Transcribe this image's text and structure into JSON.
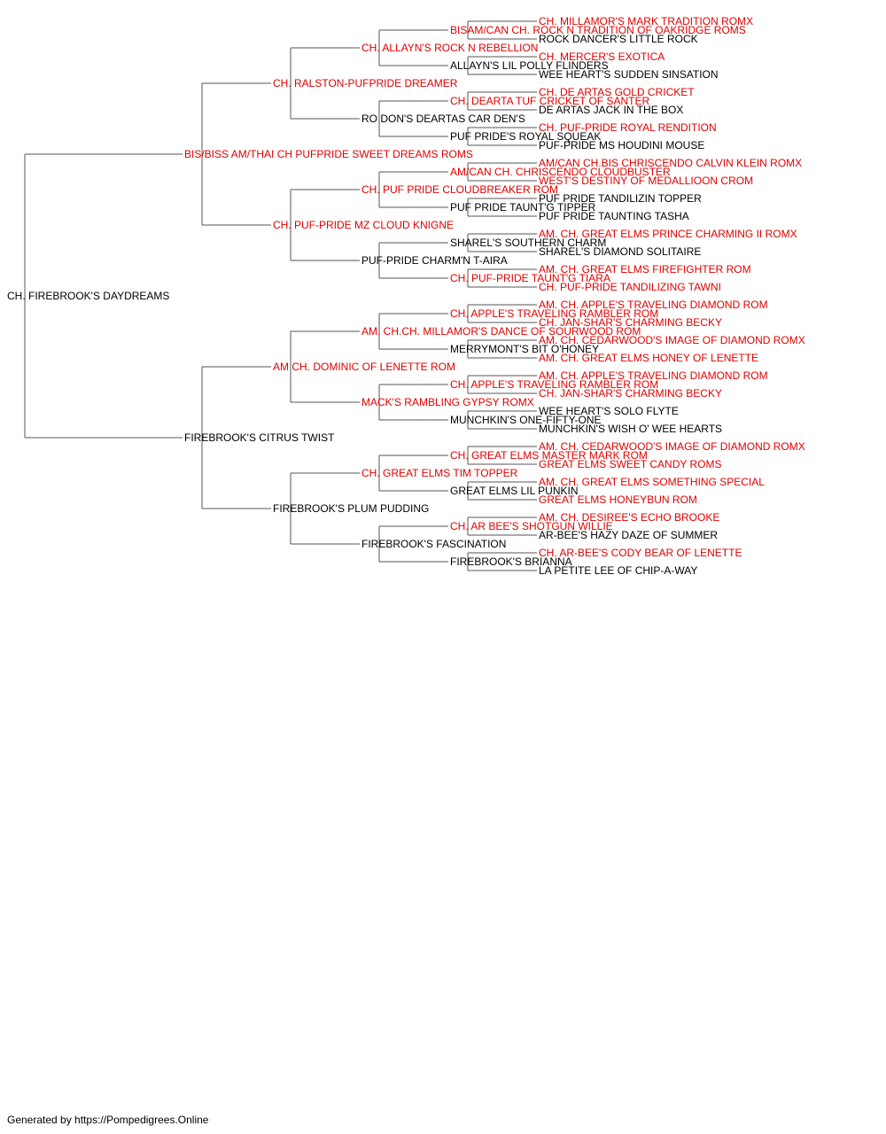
{
  "colors": {
    "titled": "#e00000",
    "plain": "#000000",
    "connector": "#555555"
  },
  "pedigree": {
    "subject": {
      "name": "CH. FIREBROOK'S DAYDREAMS",
      "titled": false
    },
    "generations": [
      [
        {
          "name": "BIS/BISS AM/THAI CH PUFPRIDE SWEET DREAMS ROMS",
          "titled": true
        },
        {
          "name": "FIREBROOK'S CITRUS TWIST",
          "titled": false
        }
      ],
      [
        {
          "name": "CH. RALSTON-PUFPRIDE DREAMER",
          "titled": true
        },
        {
          "name": "CH. PUF-PRIDE MZ CLOUD KNIGNE",
          "titled": true
        },
        {
          "name": "AM CH. DOMINIC OF LENETTE ROM",
          "titled": true
        },
        {
          "name": "FIREBROOK'S PLUM PUDDING",
          "titled": false
        }
      ],
      [
        {
          "name": "CH. ALLAYN'S ROCK N REBELLION",
          "titled": true
        },
        {
          "name": "RO DON'S DEARTAS CAR DEN'S",
          "titled": false
        },
        {
          "name": "CH. PUF PRIDE CLOUDBREAKER ROM",
          "titled": true
        },
        {
          "name": "PUF-PRIDE CHARM'N T-AIRA",
          "titled": false
        },
        {
          "name": "AM. CH.CH. MILLAMOR'S DANCE OF SOURWOOD ROM",
          "titled": true
        },
        {
          "name": "MACK'S RAMBLING GYPSY ROMX",
          "titled": true
        },
        {
          "name": "CH. GREAT ELMS TIM TOPPER",
          "titled": true
        },
        {
          "name": "FIREBROOK'S FASCINATION",
          "titled": false
        }
      ],
      [
        {
          "name": "BISAM/CAN CH. ROCK N TRADITION OF OAKRIDGE ROMS",
          "titled": true
        },
        {
          "name": "ALLAYN'S LIL POLLY FLINDERS",
          "titled": false
        },
        {
          "name": "CH. DEARTA TUF CRICKET OF SANTER",
          "titled": true
        },
        {
          "name": "PUF PRIDE'S ROYAL SQUEAK",
          "titled": false
        },
        {
          "name": "AM/CAN CH. CHRISCENDO CLOUDBUSTER",
          "titled": true
        },
        {
          "name": "PUF PRIDE TAUNT'G TIPPER",
          "titled": false
        },
        {
          "name": "SHAREL'S SOUTHERN CHARM",
          "titled": false
        },
        {
          "name": "CH. PUF-PRIDE TAUNT'G TIARA",
          "titled": true
        },
        {
          "name": "CH. APPLE'S TRAVELING RAMBLER ROM",
          "titled": true
        },
        {
          "name": "MERRYMONT'S BIT O'HONEY",
          "titled": false
        },
        {
          "name": "CH. APPLE'S TRAVELING RAMBLER ROM",
          "titled": true
        },
        {
          "name": "MUNCHKIN'S ONE-FIFTY-ONE",
          "titled": false
        },
        {
          "name": "CH. GREAT ELMS MASTER MARK ROM",
          "titled": true
        },
        {
          "name": "GREAT ELMS LIL PUNKIN",
          "titled": false
        },
        {
          "name": "CH. AR BEE'S SHOTGUN WILLIE",
          "titled": true
        },
        {
          "name": "FIREBROOK'S BRIANNA",
          "titled": false
        }
      ],
      [
        {
          "name": "CH. MILLAMOR'S MARK TRADITION ROMX",
          "titled": true
        },
        {
          "name": "ROCK DANCER'S LITTLE ROCK",
          "titled": false
        },
        {
          "name": "CH. MERCER'S EXOTICA",
          "titled": true
        },
        {
          "name": "WEE HEART'S SUDDEN SINSATION",
          "titled": false
        },
        {
          "name": "CH. DE ARTAS GOLD CRICKET",
          "titled": true
        },
        {
          "name": "DE ARTAS JACK IN THE BOX",
          "titled": false
        },
        {
          "name": "CH. PUF-PRIDE ROYAL RENDITION",
          "titled": true
        },
        {
          "name": "PUF-PRIDE MS HOUDINI MOUSE",
          "titled": false
        },
        {
          "name": "AM/CAN CH.BIS CHRISCENDO CALVIN KLEIN ROMX",
          "titled": true
        },
        {
          "name": "WEST'S DESTINY OF MEDALLIOON CROM",
          "titled": true
        },
        {
          "name": "PUF PRIDE TANDILIZIN TOPPER",
          "titled": false
        },
        {
          "name": "PUF PRIDE TAUNTING TASHA",
          "titled": false
        },
        {
          "name": "AM. CH. GREAT ELMS PRINCE CHARMING II ROMX",
          "titled": true
        },
        {
          "name": "SHAREL'S DIAMOND SOLITAIRE",
          "titled": false
        },
        {
          "name": "AM. CH. GREAT ELMS FIREFIGHTER ROM",
          "titled": true
        },
        {
          "name": "CH. PUF-PRIDE TANDILIZING TAWNI",
          "titled": true
        },
        {
          "name": "AM. CH. APPLE'S TRAVELING DIAMOND ROM",
          "titled": true
        },
        {
          "name": "CH. JAN-SHAR'S CHARMING BECKY",
          "titled": true
        },
        {
          "name": "AM. CH. CEDARWOOD'S IMAGE OF DIAMOND ROMX",
          "titled": true
        },
        {
          "name": "AM. CH. GREAT ELMS HONEY OF LENETTE",
          "titled": true
        },
        {
          "name": "AM. CH. APPLE'S TRAVELING DIAMOND ROM",
          "titled": true
        },
        {
          "name": "CH. JAN-SHAR'S CHARMING BECKY",
          "titled": true
        },
        {
          "name": "WEE HEART'S SOLO FLYTE",
          "titled": false
        },
        {
          "name": "MUNCHKIN'S WISH O' WEE HEARTS",
          "titled": false
        },
        {
          "name": "AM. CH. CEDARWOOD'S IMAGE OF DIAMOND ROMX",
          "titled": true
        },
        {
          "name": "GREAT ELMS SWEET CANDY ROMS",
          "titled": true
        },
        {
          "name": "AM. CH. GREAT ELMS SOMETHING SPECIAL",
          "titled": true
        },
        {
          "name": "GREAT ELMS HONEYBUN ROM",
          "titled": true
        },
        {
          "name": "AM. CH. DESIREE'S ECHO BROOKE",
          "titled": true
        },
        {
          "name": "AR-BEE'S HAZY DAZE OF SUMMER",
          "titled": false
        },
        {
          "name": "CH. AR-BEE'S CODY BEAR OF LENETTE",
          "titled": true
        },
        {
          "name": "LA PETITE LEE OF CHIP-A-WAY",
          "titled": false
        }
      ]
    ]
  },
  "footer": {
    "text": "Generated by https://Pompedigrees.Online"
  }
}
